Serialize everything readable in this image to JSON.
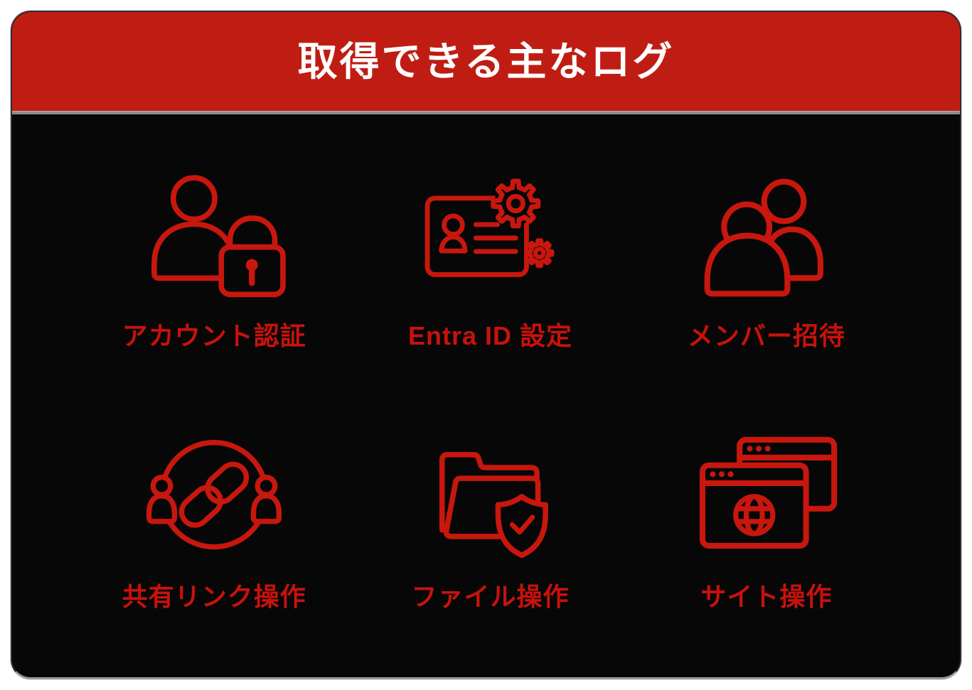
{
  "header": {
    "title": "取得できる主なログ"
  },
  "colors": {
    "header_bg": "#bf1d13",
    "panel_bg": "#070707",
    "icon_stroke": "#c8170e",
    "label_text": "#c8120b",
    "title_text": "#ffffff",
    "separator": "#8c8c8c",
    "page_bg": "#ffffff"
  },
  "items": [
    {
      "label": "アカウント認証",
      "icon": "user-lock-icon"
    },
    {
      "label": "Entra ID 設定",
      "icon": "id-card-gears-icon"
    },
    {
      "label": "メンバー招待",
      "icon": "two-users-icon"
    },
    {
      "label": "共有リンク操作",
      "icon": "share-link-icon"
    },
    {
      "label": "ファイル操作",
      "icon": "folder-shield-icon"
    },
    {
      "label": "サイト操作",
      "icon": "browser-globe-icon"
    }
  ]
}
